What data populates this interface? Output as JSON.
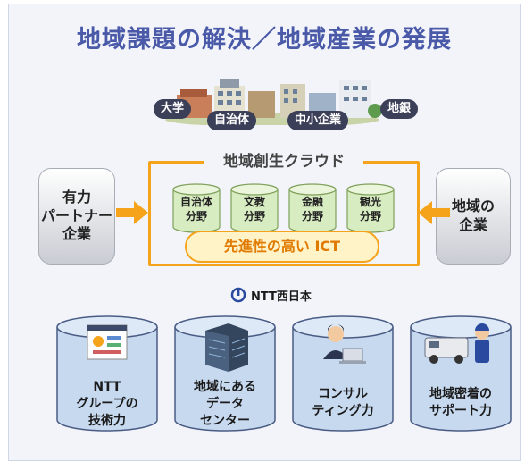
{
  "title": "地域課題の解決／地域産業の発展",
  "town_labels": [
    "大学",
    "自治体",
    "中小企業",
    "地銀"
  ],
  "left_partner": "有力\nパートナー\n企業",
  "right_partner": "地域の\n企業",
  "cloud": {
    "title": "地域創生クラウド",
    "fields": [
      "自治体\n分野",
      "文教\n分野",
      "金融\n分野",
      "観光\n分野"
    ],
    "core": "先進性の高い ICT"
  },
  "ntt_logo": "NTT西日本",
  "strengths": [
    "NTT\nグループの\n技術力",
    "地域にある\nデータ\nセンター",
    "コンサル\nティング力",
    "地域密着の\nサポート力"
  ],
  "colors": {
    "accent": "#f5a31a",
    "title": "#4a5aa8",
    "cylinder": "#c7d9ef"
  }
}
